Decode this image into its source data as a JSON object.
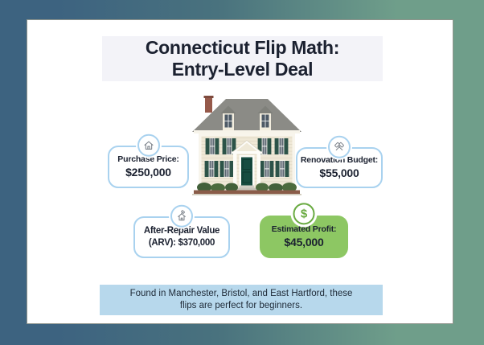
{
  "theme": {
    "bg_gradient_left": "#3d6380",
    "bg_gradient_right": "#6f9e8a",
    "card_bg": "#ffffff",
    "title_block_bg": "#f3f3f8",
    "text_dark": "#1b2130",
    "callout_border_blue": "#a9d2ef",
    "profit_green": "#8dc763",
    "profit_green_dark": "#69aa41",
    "banner_bg": "#b7d8ec",
    "icon_gray": "#7c828a"
  },
  "title": {
    "line1": "Connecticut Flip Math:",
    "line2": "Entry-Level Deal"
  },
  "illustration": {
    "name": "colonial-house-photo"
  },
  "callouts": {
    "purchase": {
      "icon": "house-icon",
      "label": "Purchase Price:",
      "value": "$250,000"
    },
    "renovation": {
      "icon": "crossed-hammers-icon",
      "label": "Renovation Budget:",
      "value": "$55,000"
    },
    "arv": {
      "icon": "house-repair-icon",
      "line1": "After-Repair Value",
      "line2": "(ARV): $370,000"
    },
    "profit": {
      "icon": "dollar-coin-icon",
      "label": "Estimated Profit:",
      "value": "$45,000",
      "dollar_glyph": "$"
    }
  },
  "banner": {
    "line1": "Found in Manchester, Bristol, and East Hartford, these",
    "line2": "flips are perfect for beginners."
  }
}
